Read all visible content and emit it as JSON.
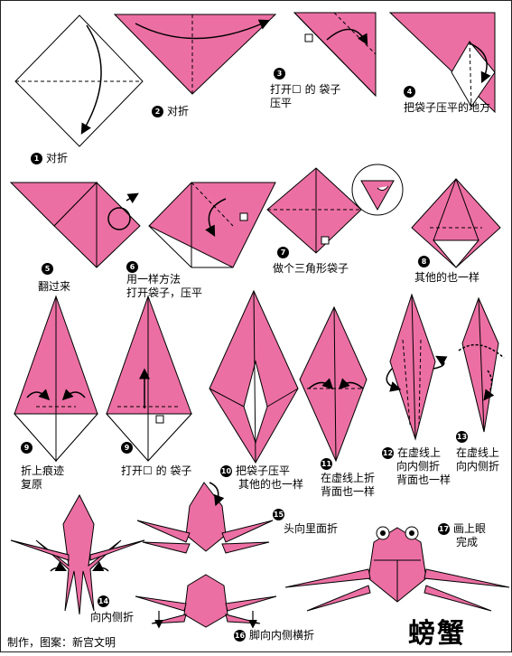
{
  "colors": {
    "paper": "#ec6fa3",
    "paper_dark": "#d8568c",
    "line": "#000000",
    "back": "#ffffff"
  },
  "steps": [
    {
      "num": "1",
      "text": [
        "对折"
      ]
    },
    {
      "num": "2",
      "text": [
        "对折"
      ]
    },
    {
      "num": "3",
      "text": [
        "打开☐ 的 袋子",
        "压平"
      ]
    },
    {
      "num": "4",
      "text": [
        "把袋子压平的地方"
      ]
    },
    {
      "num": "5",
      "text": [
        "翻过来"
      ]
    },
    {
      "num": "6",
      "text": [
        "用一样方法",
        "打开袋子，压平"
      ]
    },
    {
      "num": "7",
      "text": [
        "做个三角形袋子"
      ]
    },
    {
      "num": "8",
      "text": [
        "其他的也一样"
      ]
    },
    {
      "num": "9",
      "text": [
        "折上痕迹",
        "复原"
      ]
    },
    {
      "num": "9",
      "text": [
        "打开☐ 的 袋子"
      ]
    },
    {
      "num": "10",
      "text": [
        "把袋子压平",
        "其他的也一样"
      ]
    },
    {
      "num": "11",
      "text": [
        "在虚线上折",
        "背面也一样"
      ]
    },
    {
      "num": "12",
      "text": [
        "在虚线上",
        "向内侧折",
        "背面也一样"
      ]
    },
    {
      "num": "13",
      "text": [
        "在虚线上",
        "向内侧折"
      ]
    },
    {
      "num": "14",
      "text": [
        "向内侧折"
      ]
    },
    {
      "num": "15",
      "text": [
        "头向里面折"
      ]
    },
    {
      "num": "16",
      "text": [
        "脚向内侧横折"
      ]
    },
    {
      "num": "17",
      "text": [
        "画上眼",
        "完成"
      ]
    }
  ],
  "credit": "制作，图案：新宫文明",
  "title": "螃蟹"
}
